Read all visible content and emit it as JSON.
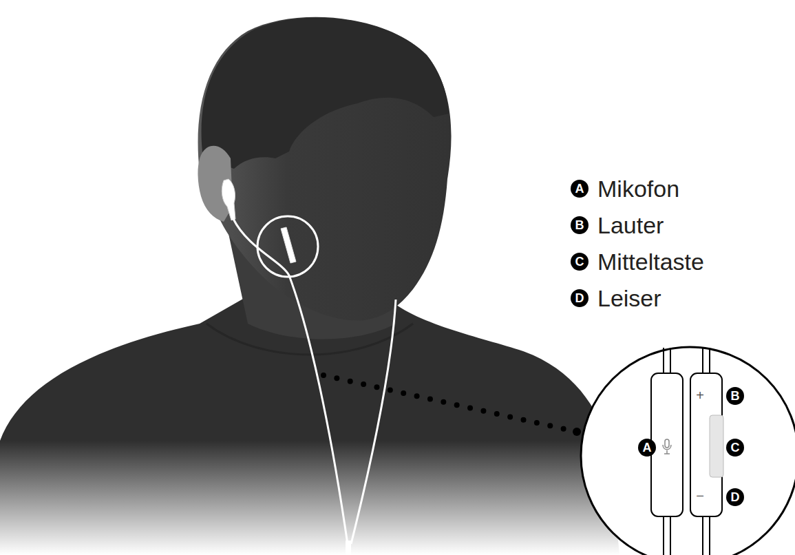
{
  "diagram": {
    "labels": [
      "A",
      "Mikofon",
      "B",
      "Lauter",
      "C",
      "Mitteltaste",
      "D",
      "Leiser",
      "A",
      "+",
      "B",
      "C",
      "−",
      "D"
    ]
  }
}
